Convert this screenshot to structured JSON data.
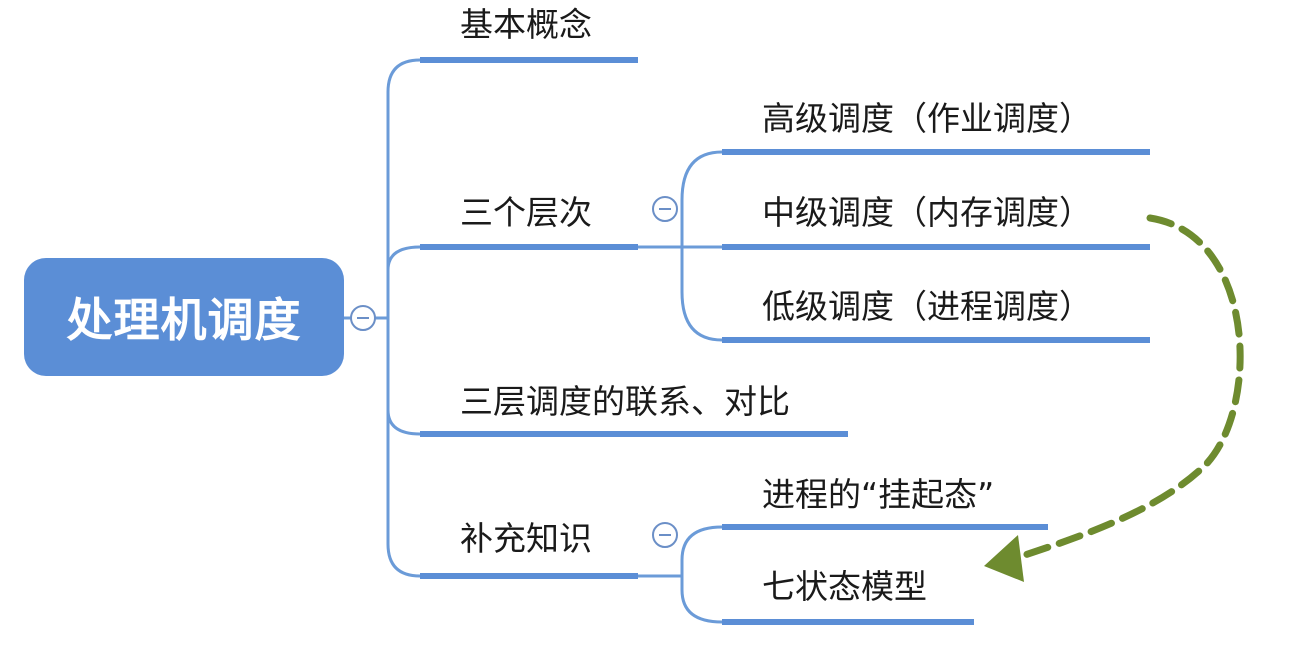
{
  "root": {
    "label": "处理机调度"
  },
  "branches": {
    "basic": {
      "label": "基本概念"
    },
    "levels": {
      "label": "三个层次",
      "children": {
        "high": {
          "label": "高级调度（作业调度）"
        },
        "mid": {
          "label": "中级调度（内存调度）"
        },
        "low": {
          "label": "低级调度（进程调度）"
        }
      }
    },
    "relation": {
      "label": "三层调度的联系、对比"
    },
    "supplement": {
      "label": "补充知识",
      "children": {
        "suspend": {
          "label": "进程的“挂起态”"
        },
        "seven": {
          "label": "七状态模型"
        }
      }
    }
  },
  "colors": {
    "root_fill": "#5b8ed6",
    "branch_line": "#5b8ed6",
    "connector": "#6b9bd8",
    "arrow": "#6e8b2f"
  }
}
